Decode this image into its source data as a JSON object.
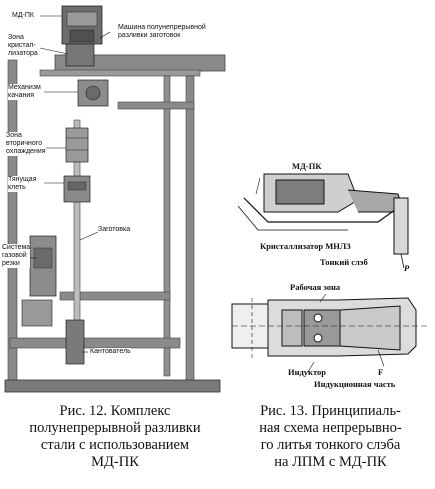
{
  "figure12": {
    "labels": {
      "md_pk": "МД-ПК",
      "machine": "Машина полунепрерывной\nразливки заготовок",
      "mold_zone": "Зона\nкристал-\nлизатора",
      "oscillation": "Механизм\nкачания",
      "secondary_cooling": "Зона\nвторичного\nохлаждения",
      "pull_stand": "Тянущая\nклеть",
      "billet": "Заготовка",
      "gas_cutting": "Система\nгазовой\nрезки",
      "tilter": "Кантователь"
    },
    "caption": "Рис. 12. Комплекс\nполунепрерывной разливки\nстали с использованием\nМД-ПК"
  },
  "figure13": {
    "labels": {
      "md_pk": "МД-ПК",
      "mold": "Кристаллизатор МНЛЗ",
      "thin_slab": "Тонкий слэб",
      "p": "P",
      "work_zone": "Рабочая зона",
      "inductor": "Индуктор",
      "f": "F",
      "induction_part": "Индукционная часть"
    },
    "caption": "Рис. 13. Принципиаль-\nная схема непрерывно-\nго литья тонкого слэба\nна ЛПМ с МД-ПК"
  },
  "colors": {
    "frame": "#8a8a8a",
    "frame_dark": "#555555",
    "sky": "#ffffff",
    "line": "#111111"
  }
}
